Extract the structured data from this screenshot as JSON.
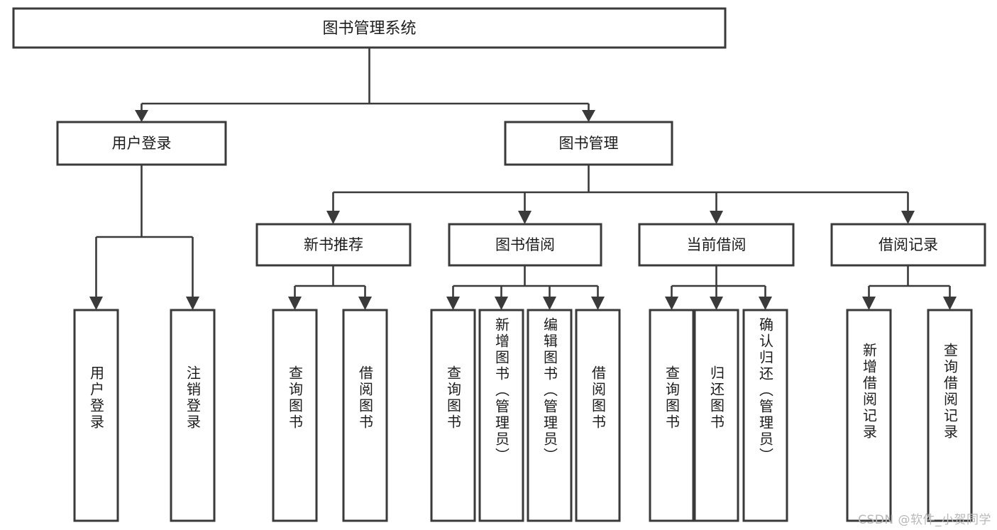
{
  "diagram": {
    "type": "hierarchy-tree",
    "title": "图书管理系统",
    "root": {
      "id": "root",
      "label": "图书管理系统"
    },
    "level2": [
      {
        "id": "user-login",
        "label": "用户登录"
      },
      {
        "id": "book-manage",
        "label": "图书管理"
      }
    ],
    "level3": [
      {
        "id": "new-book-recommend",
        "label": "新书推荐",
        "parent": "book-manage"
      },
      {
        "id": "book-borrow",
        "label": "图书借阅",
        "parent": "book-manage"
      },
      {
        "id": "current-borrow",
        "label": "当前借阅",
        "parent": "book-manage"
      },
      {
        "id": "borrow-record",
        "label": "借阅记录",
        "parent": "book-manage"
      }
    ],
    "leaves": [
      {
        "id": "leaf-user-login",
        "label": "用户登录",
        "parent": "user-login"
      },
      {
        "id": "leaf-logout-login",
        "label": "注销登录",
        "parent": "user-login"
      },
      {
        "id": "leaf-query-book-1",
        "label": "查询图书",
        "parent": "new-book-recommend"
      },
      {
        "id": "leaf-borrow-book-1",
        "label": "借阅图书",
        "parent": "new-book-recommend"
      },
      {
        "id": "leaf-query-book-2",
        "label": "查询图书",
        "parent": "book-borrow"
      },
      {
        "id": "leaf-add-book",
        "label": "新增图书（管理员）",
        "parent": "book-borrow"
      },
      {
        "id": "leaf-edit-book",
        "label": "编辑图书（管理员）",
        "parent": "book-borrow"
      },
      {
        "id": "leaf-borrow-book-2",
        "label": "借阅图书",
        "parent": "book-borrow"
      },
      {
        "id": "leaf-query-book-3",
        "label": "查询图书",
        "parent": "current-borrow"
      },
      {
        "id": "leaf-return-book",
        "label": "归还图书",
        "parent": "current-borrow"
      },
      {
        "id": "leaf-confirm-return",
        "label": "确认归还（管理员）",
        "parent": "current-borrow"
      },
      {
        "id": "leaf-add-record",
        "label": "新增借阅记录",
        "parent": "borrow-record"
      },
      {
        "id": "leaf-query-record",
        "label": "查询借阅记录",
        "parent": "borrow-record"
      }
    ],
    "colors": {
      "stroke": "#3a3a3a",
      "fill": "#ffffff",
      "text": "#1c1c1c",
      "watermark": "#b8b8b8"
    }
  },
  "watermark": {
    "text": "CSDN @软件_小贺同学"
  }
}
